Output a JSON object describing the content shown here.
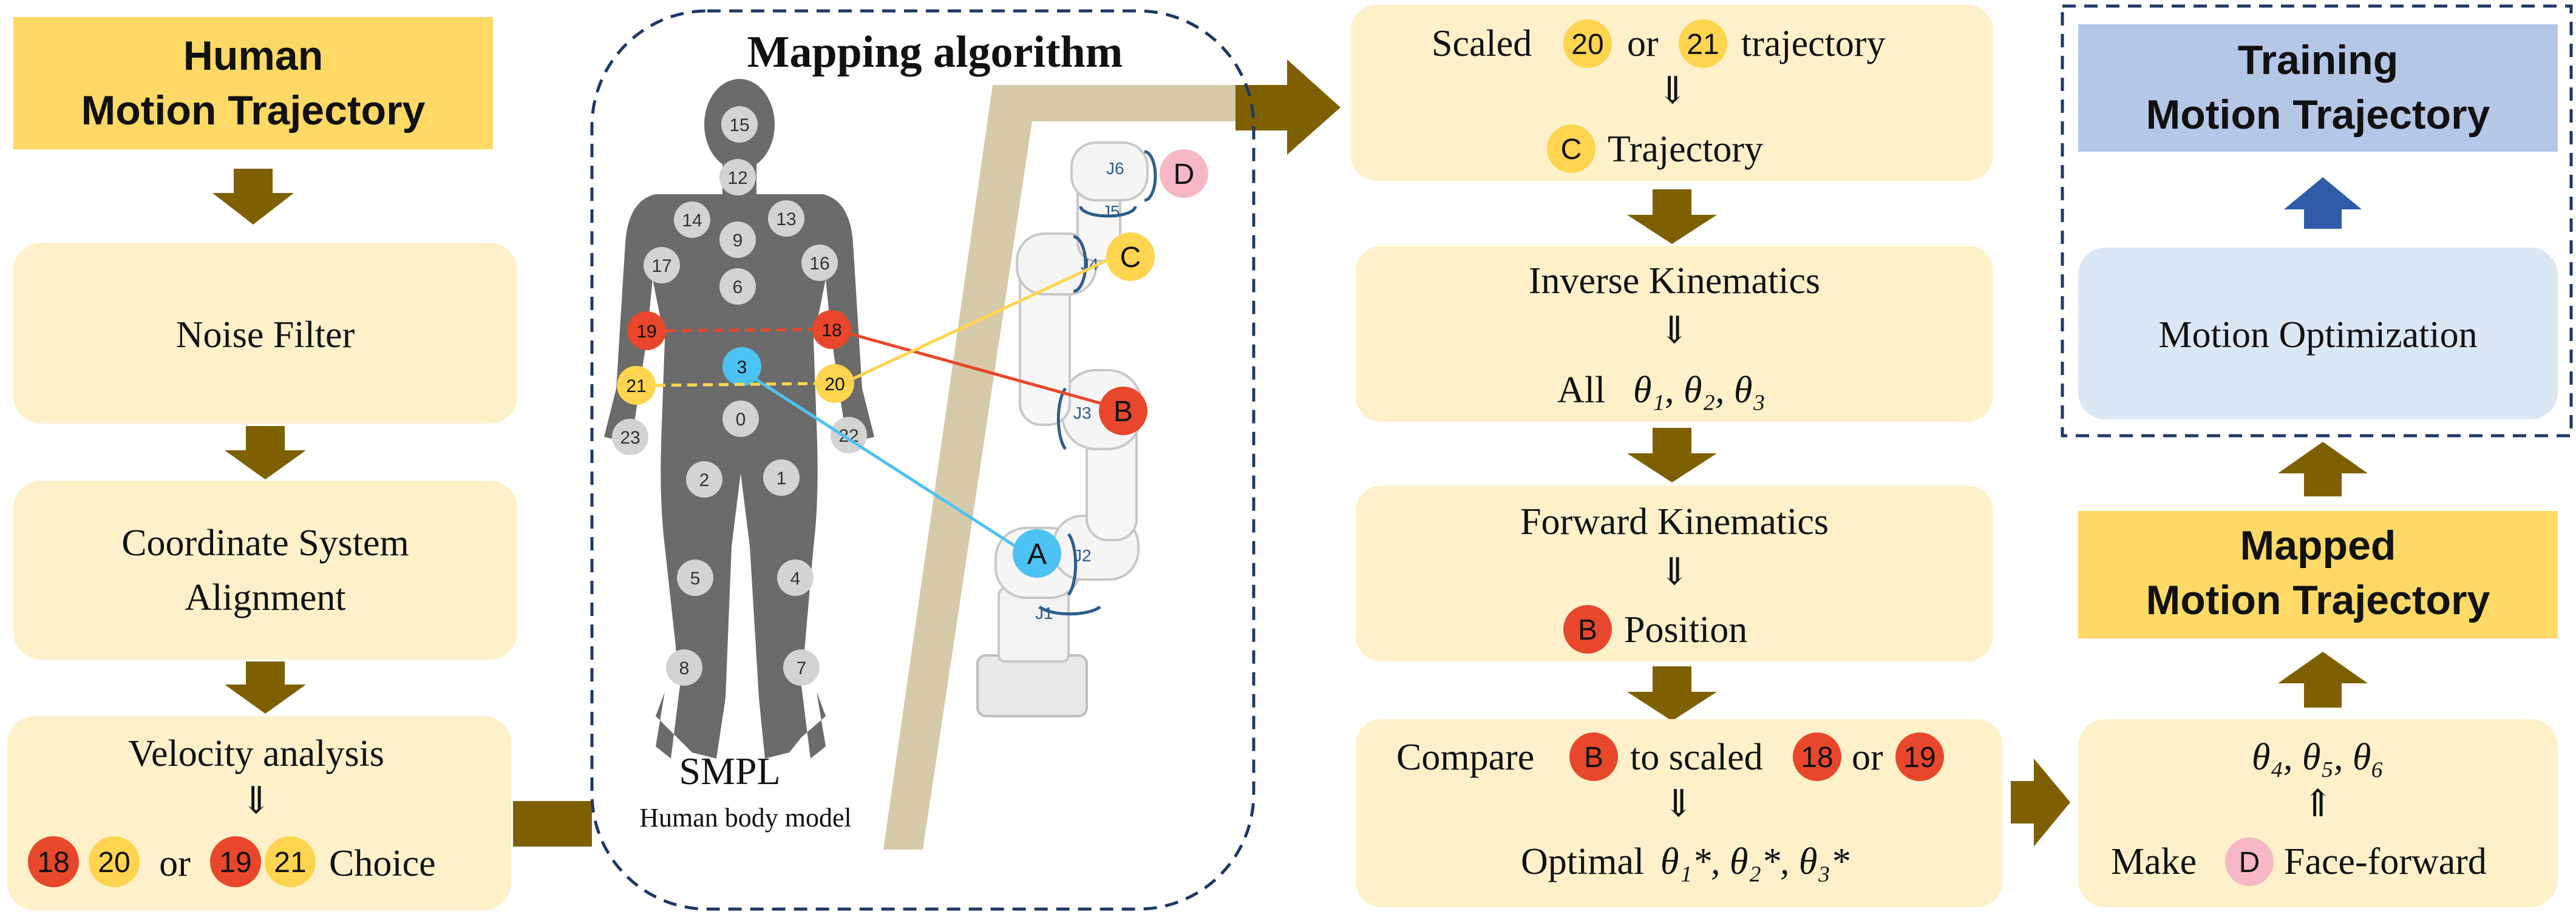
{
  "colors": {
    "box_light": "#FEF1CA",
    "box_head": "#FFD966",
    "box_blue": "#DAE7F5",
    "box_blue_head": "#B4C7E7",
    "arrow": "#7F6000",
    "arrow_blue": "#2F5CA8",
    "red": "#E8472B",
    "yellow": "#FFD54F",
    "blue": "#4CC3F2",
    "pink": "#F6B8C4",
    "body": "#6B6B6B",
    "joint": "#D3D3D3"
  },
  "left_column": {
    "title_line1": "Human",
    "title_line2": "Motion Trajectory",
    "noise": "Noise Filter",
    "coord_line1": "Coordinate System",
    "coord_line2": "Alignment",
    "velocity": "Velocity analysis",
    "arrow_sym": "⇓",
    "choice": {
      "a": "18",
      "b": "20",
      "or": "or",
      "c": "19",
      "d": "21",
      "word": "Choice"
    }
  },
  "center": {
    "title": "Mapping algorithm",
    "smpl": "SMPL",
    "smpl_sub": "Human body model",
    "joints": [
      "15",
      "12",
      "14",
      "13",
      "9",
      "17",
      "16",
      "6",
      "19",
      "18",
      "3",
      "21",
      "20",
      "0",
      "23",
      "22",
      "2",
      "1",
      "5",
      "4",
      "8",
      "7"
    ],
    "robot_joints": [
      "J1",
      "J2",
      "J3",
      "J4",
      "J5",
      "J6"
    ],
    "points": {
      "a": "A",
      "b": "B",
      "c": "C",
      "d": "D"
    }
  },
  "ik_column": {
    "scaled_pre": "Scaled",
    "scaled_a": "20",
    "scaled_or": "or",
    "scaled_b": "21",
    "scaled_post": "trajectory",
    "arrow_sym": "⇓",
    "c_badge": "C",
    "c_text": "Trajectory",
    "ik_title": "Inverse Kinematics",
    "ik_all": "All",
    "ik_thetas": "θ₁, θ₂, θ₃",
    "fk_title": "Forward Kinematics",
    "fk_badge": "B",
    "fk_text": "Position",
    "cmp_pre": "Compare",
    "cmp_badge_b": "B",
    "cmp_mid": "to scaled",
    "cmp_a": "18",
    "cmp_or": "or",
    "cmp_b": "19",
    "opt_pre": "Optimal",
    "opt_thetas": "θ₁*, θ₂*, θ₃*"
  },
  "right_column": {
    "training_line1": "Training",
    "training_line2": "Motion Trajectory",
    "motion_opt": "Motion Optimization",
    "mapped_line1": "Mapped",
    "mapped_line2": "Motion Trajectory",
    "thetas": "θ₄, θ₅, θ₆",
    "up_sym": "⇑",
    "make_pre": "Make",
    "make_badge": "D",
    "make_post": "Face-forward"
  }
}
